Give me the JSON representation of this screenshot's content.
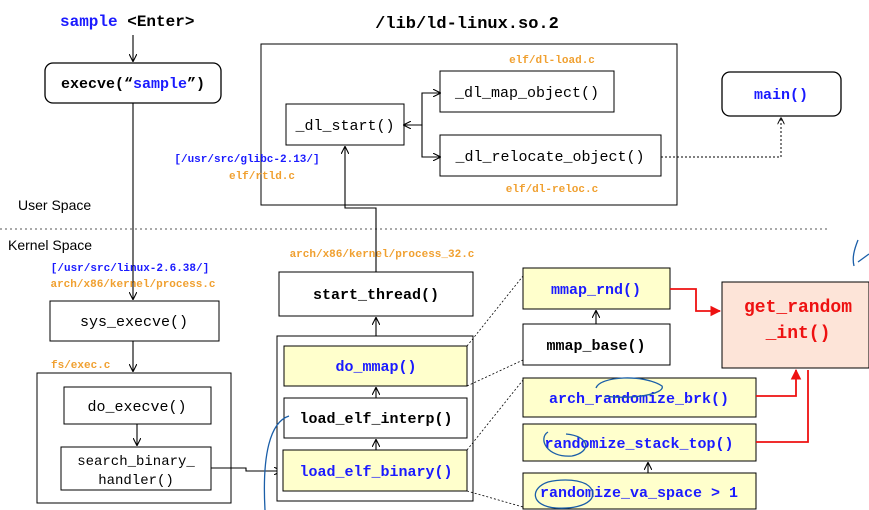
{
  "labels": {
    "sample_enter_cmd": "sample",
    "sample_enter_key": " <Enter>",
    "execve_prefix": "execve(“",
    "execve_arg": "sample",
    "execve_suffix": "”)",
    "ld_title": "/lib/ld-linux.so.2",
    "elf_dl_load": "elf/dl-load.c",
    "dl_map_object": "_dl_map_object()",
    "dl_start": "_dl_start()",
    "dl_relocate_object": "_dl_relocate_object()",
    "elf_dl_reloc": "elf/dl-reloc.c",
    "glibc_path": "[/usr/src/glibc-2.13/]",
    "elf_rtld": "elf/rtld.c",
    "main": "main()",
    "user_space": "User Space",
    "kernel_space": "Kernel Space",
    "linux_path": "[/usr/src/linux-2.6.38/]",
    "arch_process": "arch/x86/kernel/process.c",
    "arch_process_32": "arch/x86/kernel/process_32.c",
    "sys_execve": "sys_execve()",
    "fs_exec": "fs/exec.c",
    "do_execve": "do_execve()",
    "search_binary_1": "search_binary_",
    "search_binary_2": "handler()",
    "start_thread": "start_thread()",
    "do_mmap": "do_mmap()",
    "load_elf_interp": "load_elf_interp()",
    "load_elf_binary": "load_elf_binary()",
    "mmap_rnd": "mmap_rnd()",
    "mmap_base": "mmap_base()",
    "get_random_1": "get_random",
    "get_random_2": "_int()",
    "arch_randomize_brk": "arch_randomize_brk()",
    "randomize_stack_top": "randomize_stack_top()",
    "randomize_va_space": "randomize_va_space > 1"
  },
  "colors": {
    "blue": "#1a1aff",
    "orange": "#f0a030",
    "red": "#ee1111",
    "yellow_fill": "#ffffcc",
    "pink_fill": "#fde4d8",
    "pen": "#1a5ea8"
  }
}
